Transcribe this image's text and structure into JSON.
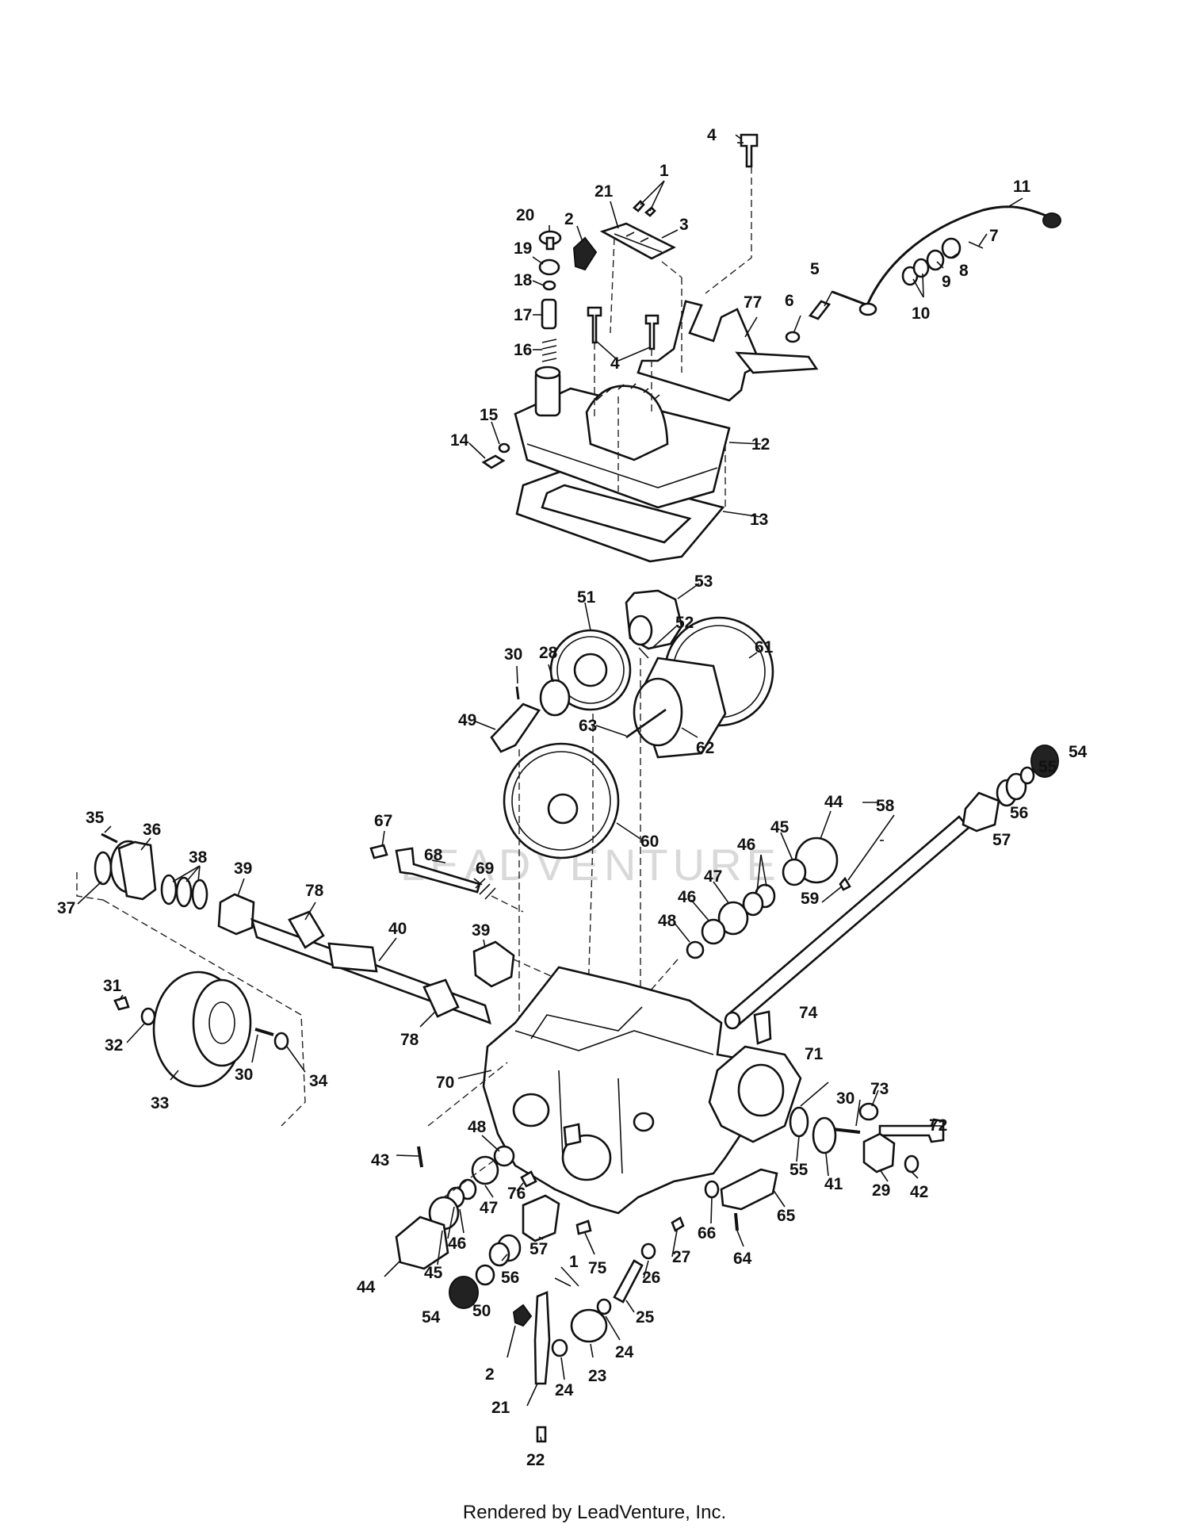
{
  "footer": "Rendered by LeadVenture, Inc.",
  "watermark": "LEADVENTURE",
  "callouts": [
    {
      "id": "c1a",
      "text": "1"
    },
    {
      "id": "c1b",
      "text": "1"
    },
    {
      "id": "c2a",
      "text": "2"
    },
    {
      "id": "c2b",
      "text": "2"
    },
    {
      "id": "c3",
      "text": "3"
    },
    {
      "id": "c4a",
      "text": "4"
    },
    {
      "id": "c4b",
      "text": "4"
    },
    {
      "id": "c5",
      "text": "5"
    },
    {
      "id": "c6",
      "text": "6"
    },
    {
      "id": "c7",
      "text": "7"
    },
    {
      "id": "c8",
      "text": "8"
    },
    {
      "id": "c9",
      "text": "9"
    },
    {
      "id": "c10",
      "text": "10"
    },
    {
      "id": "c11",
      "text": "11"
    },
    {
      "id": "c12",
      "text": "12"
    },
    {
      "id": "c13",
      "text": "13"
    },
    {
      "id": "c14",
      "text": "14"
    },
    {
      "id": "c15",
      "text": "15"
    },
    {
      "id": "c16",
      "text": "16"
    },
    {
      "id": "c17",
      "text": "17"
    },
    {
      "id": "c18",
      "text": "18"
    },
    {
      "id": "c19",
      "text": "19"
    },
    {
      "id": "c20",
      "text": "20"
    },
    {
      "id": "c21a",
      "text": "21"
    },
    {
      "id": "c21b",
      "text": "21"
    },
    {
      "id": "c22",
      "text": "22"
    },
    {
      "id": "c23",
      "text": "23"
    },
    {
      "id": "c24a",
      "text": "24"
    },
    {
      "id": "c24b",
      "text": "24"
    },
    {
      "id": "c25",
      "text": "25"
    },
    {
      "id": "c26",
      "text": "26"
    },
    {
      "id": "c27",
      "text": "27"
    },
    {
      "id": "c28",
      "text": "28"
    },
    {
      "id": "c29",
      "text": "29"
    },
    {
      "id": "c30a",
      "text": "30"
    },
    {
      "id": "c30b",
      "text": "30"
    },
    {
      "id": "c30c",
      "text": "30"
    },
    {
      "id": "c31",
      "text": "31"
    },
    {
      "id": "c32",
      "text": "32"
    },
    {
      "id": "c33",
      "text": "33"
    },
    {
      "id": "c34",
      "text": "34"
    },
    {
      "id": "c35",
      "text": "35"
    },
    {
      "id": "c36",
      "text": "36"
    },
    {
      "id": "c37",
      "text": "37"
    },
    {
      "id": "c38",
      "text": "38"
    },
    {
      "id": "c39a",
      "text": "39"
    },
    {
      "id": "c39b",
      "text": "39"
    },
    {
      "id": "c40",
      "text": "40"
    },
    {
      "id": "c41",
      "text": "41"
    },
    {
      "id": "c42",
      "text": "42"
    },
    {
      "id": "c43",
      "text": "43"
    },
    {
      "id": "c44a",
      "text": "44"
    },
    {
      "id": "c44b",
      "text": "44"
    },
    {
      "id": "c45a",
      "text": "45"
    },
    {
      "id": "c45b",
      "text": "45"
    },
    {
      "id": "c46a",
      "text": "46"
    },
    {
      "id": "c46b",
      "text": "46"
    },
    {
      "id": "c46c",
      "text": "46"
    },
    {
      "id": "c47a",
      "text": "47"
    },
    {
      "id": "c47b",
      "text": "47"
    },
    {
      "id": "c48a",
      "text": "48"
    },
    {
      "id": "c48b",
      "text": "48"
    },
    {
      "id": "c49",
      "text": "49"
    },
    {
      "id": "c50",
      "text": "50"
    },
    {
      "id": "c51",
      "text": "51"
    },
    {
      "id": "c52",
      "text": "52"
    },
    {
      "id": "c53",
      "text": "53"
    },
    {
      "id": "c54a",
      "text": "54"
    },
    {
      "id": "c54b",
      "text": "54"
    },
    {
      "id": "c55a",
      "text": "55"
    },
    {
      "id": "c55b",
      "text": "55"
    },
    {
      "id": "c56a",
      "text": "56"
    },
    {
      "id": "c56b",
      "text": "56"
    },
    {
      "id": "c57a",
      "text": "57"
    },
    {
      "id": "c57b",
      "text": "57"
    },
    {
      "id": "c58",
      "text": "58"
    },
    {
      "id": "c59",
      "text": "59"
    },
    {
      "id": "c60",
      "text": "60"
    },
    {
      "id": "c61",
      "text": "61"
    },
    {
      "id": "c62",
      "text": "62"
    },
    {
      "id": "c63",
      "text": "63"
    },
    {
      "id": "c64",
      "text": "64"
    },
    {
      "id": "c65",
      "text": "65"
    },
    {
      "id": "c66",
      "text": "66"
    },
    {
      "id": "c67",
      "text": "67"
    },
    {
      "id": "c68",
      "text": "68"
    },
    {
      "id": "c69",
      "text": "69"
    },
    {
      "id": "c70",
      "text": "70"
    },
    {
      "id": "c71",
      "text": "71"
    },
    {
      "id": "c72",
      "text": "72"
    },
    {
      "id": "c73",
      "text": "73"
    },
    {
      "id": "c74",
      "text": "74"
    },
    {
      "id": "c75",
      "text": "75"
    },
    {
      "id": "c76",
      "text": "76"
    },
    {
      "id": "c77",
      "text": "77"
    },
    {
      "id": "c78a",
      "text": "78"
    },
    {
      "id": "c78b",
      "text": "78"
    }
  ]
}
